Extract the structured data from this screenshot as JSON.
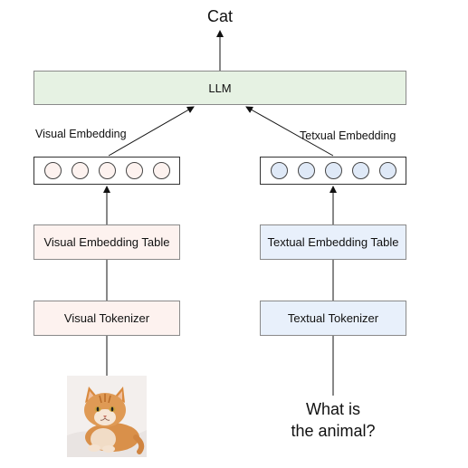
{
  "output": {
    "label": "Cat"
  },
  "llm": {
    "label": "LLM"
  },
  "visual": {
    "embedding_label": "Visual Embedding",
    "embedding_table_label": "Visual Embedding Table",
    "tokenizer_label": "Visual Tokenizer",
    "vector_color": "#fdf2ef",
    "box_color": "#fdf2ef",
    "input_image": "cat-photo"
  },
  "textual": {
    "embedding_label": "Tetxual Embedding",
    "embedding_table_label": "Textual Embedding Table",
    "tokenizer_label": "Textual Tokenizer",
    "vector_color": "#dfe9f7",
    "box_color": "#e8f0fb",
    "input_text_line1": "What is",
    "input_text_line2": "the animal?"
  },
  "llm_color": "#e6f2e3"
}
